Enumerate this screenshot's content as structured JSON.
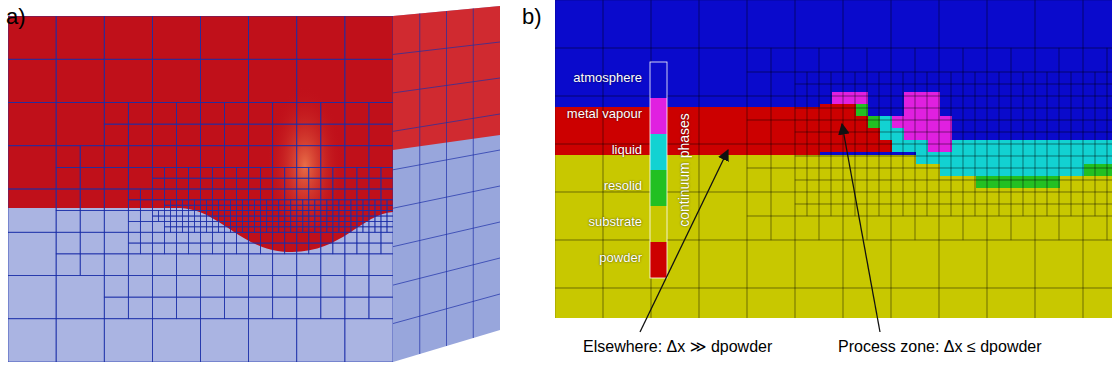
{
  "diagram": {
    "labels": [
      "a)",
      "b)",
      "continuum phases",
      "Elsewhere: Δx ≫ dpowder",
      "Process zone: Δx ≤ dpowder"
    ],
    "legend": [
      {
        "text": "atmosphere",
        "color": "#0a0acc"
      },
      {
        "text": "metal vapour",
        "color": "#e020e0"
      },
      {
        "text": "liquid",
        "color": "#12d2d2"
      },
      {
        "text": "resolid",
        "color": "#22c022"
      },
      {
        "text": "substrate",
        "color": "#c8c800"
      },
      {
        "text": "powder",
        "color": "#cc0000"
      }
    ]
  }
}
